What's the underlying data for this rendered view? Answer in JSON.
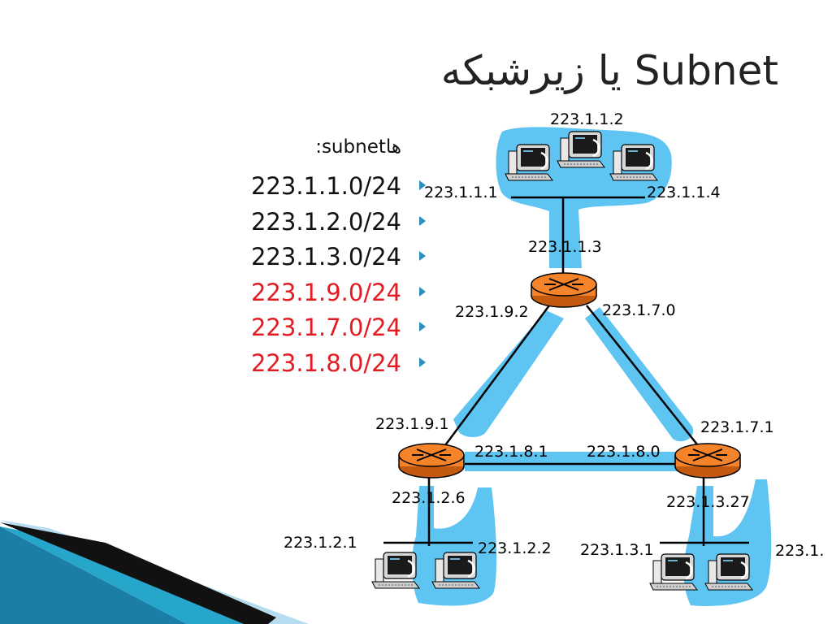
{
  "title": {
    "en": "Subnet",
    "fa": "یا زیرشبکه"
  },
  "list_heading": ":subnetها",
  "subnets": [
    {
      "text": "223.1.1.0/24",
      "color": "#111111"
    },
    {
      "text": "223.1.2.0/24",
      "color": "#111111"
    },
    {
      "text": "223.1.3.0/24",
      "color": "#111111"
    },
    {
      "text": "223.1.9.0/24",
      "color": "#e31b23"
    },
    {
      "text": "223.1.7.0/24",
      "color": "#e31b23"
    },
    {
      "text": "223.1.8.0/24",
      "color": "#e31b23"
    }
  ],
  "labels": {
    "top_host_center": "223.1.1.2",
    "top_host_left": "223.1.1.1",
    "top_host_right": "223.1.1.4",
    "router_top": "223.1.1.3",
    "router_top_left": "223.1.9.2",
    "router_top_right": "223.1.7.0",
    "router_left_top": "223.1.9.1",
    "router_right_top": "223.1.7.1",
    "link_left": "223.1.8.1",
    "link_right": "223.1.8.0",
    "router_left_bottom": "223.1.2.6",
    "router_right_bottom": "223.1.3.27",
    "bl_host_left": "223.1.2.1",
    "bl_host_right": "223.1.2.2",
    "br_host_left": "223.1.3.1",
    "br_host_right": "223.1."
  },
  "colors": {
    "subnet_fill": "#5ec4f2",
    "router_fill": "#f5832a",
    "accent_bullet": "#2a8fbf",
    "red_text": "#e31b23"
  }
}
